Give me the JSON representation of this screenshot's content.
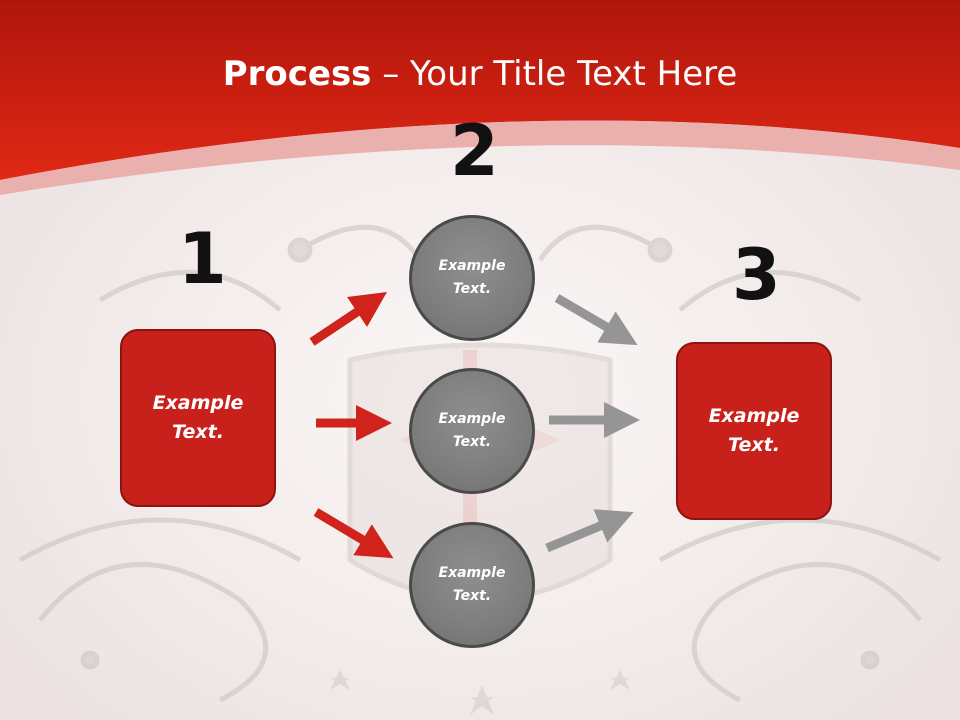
{
  "title": {
    "bold": "Process",
    "rest": " – Your Title Text Here"
  },
  "steps": {
    "one": "1",
    "two": "2",
    "three": "3"
  },
  "nodes": {
    "left_box": "Example\nText.",
    "right_box": "Example\nText.",
    "circle_top": "Example\nText.",
    "circle_middle": "Example\nText.",
    "circle_bottom": "Example\nText."
  },
  "colors": {
    "header_red": "#d42412",
    "box_red": "#c8201a",
    "circle_gray": "#7f7f7f",
    "arrow_red": "#d0231c",
    "arrow_gray": "#959595",
    "background": "#f2ebea"
  }
}
